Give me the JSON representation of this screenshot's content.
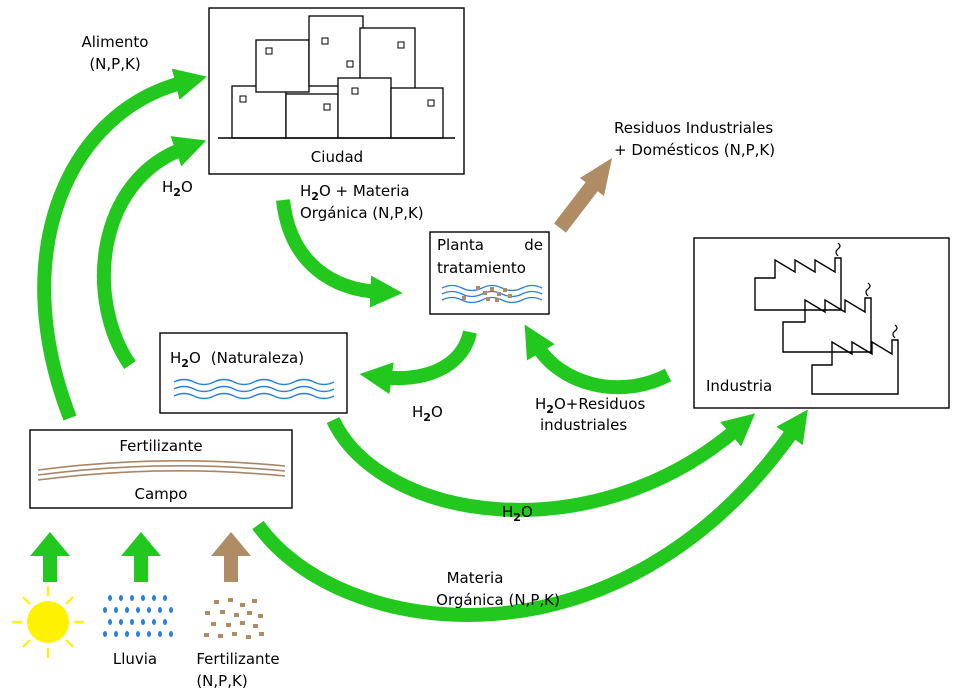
{
  "colors": {
    "flow_arrow": "#22c81e",
    "waste_arrow": "#b08c64",
    "water_wave": "#2a7fd9",
    "soil_line": "#a8866a",
    "sun": "#fff200",
    "rain_drop": "#2a7fd9",
    "fertilizer_particle": "#b08c64"
  },
  "icons": [
    "city-buildings-icon",
    "water-waves-icon",
    "factory-icon",
    "smoke-icon",
    "sun-icon",
    "rain-drops-icon",
    "fertilizer-particles-icon"
  ],
  "nodes": {
    "ciudad": "Ciudad",
    "planta_line1": "Planta",
    "planta_de": "de",
    "planta_line2": "tratamiento",
    "naturaleza": "(Naturaleza)",
    "industria": "Industria",
    "fertilizante_box": "Fertilizante",
    "campo": "Campo"
  },
  "labels": {
    "alimento_line1": "Alimento",
    "alimento_line2": "(N,P,K)",
    "h2o_city_line1": "O + Materia",
    "h2o_city_line2": "Orgánica (N,P,K)",
    "residuos_line1": "Residuos Industriales",
    "residuos_line2": "+ Domésticos (N,P,K)",
    "h2o_res_line1": "O+Residuos",
    "h2o_res_line2": "industriales",
    "materia_line1": "Materia",
    "materia_line2": "Orgánica (N,P,K)",
    "lluvia": "Lluvia",
    "fert_input_line1": "Fertilizante",
    "fert_input_line2": "(N,P,K)",
    "water_H": "H",
    "water_2": "2",
    "water_O": "O"
  }
}
